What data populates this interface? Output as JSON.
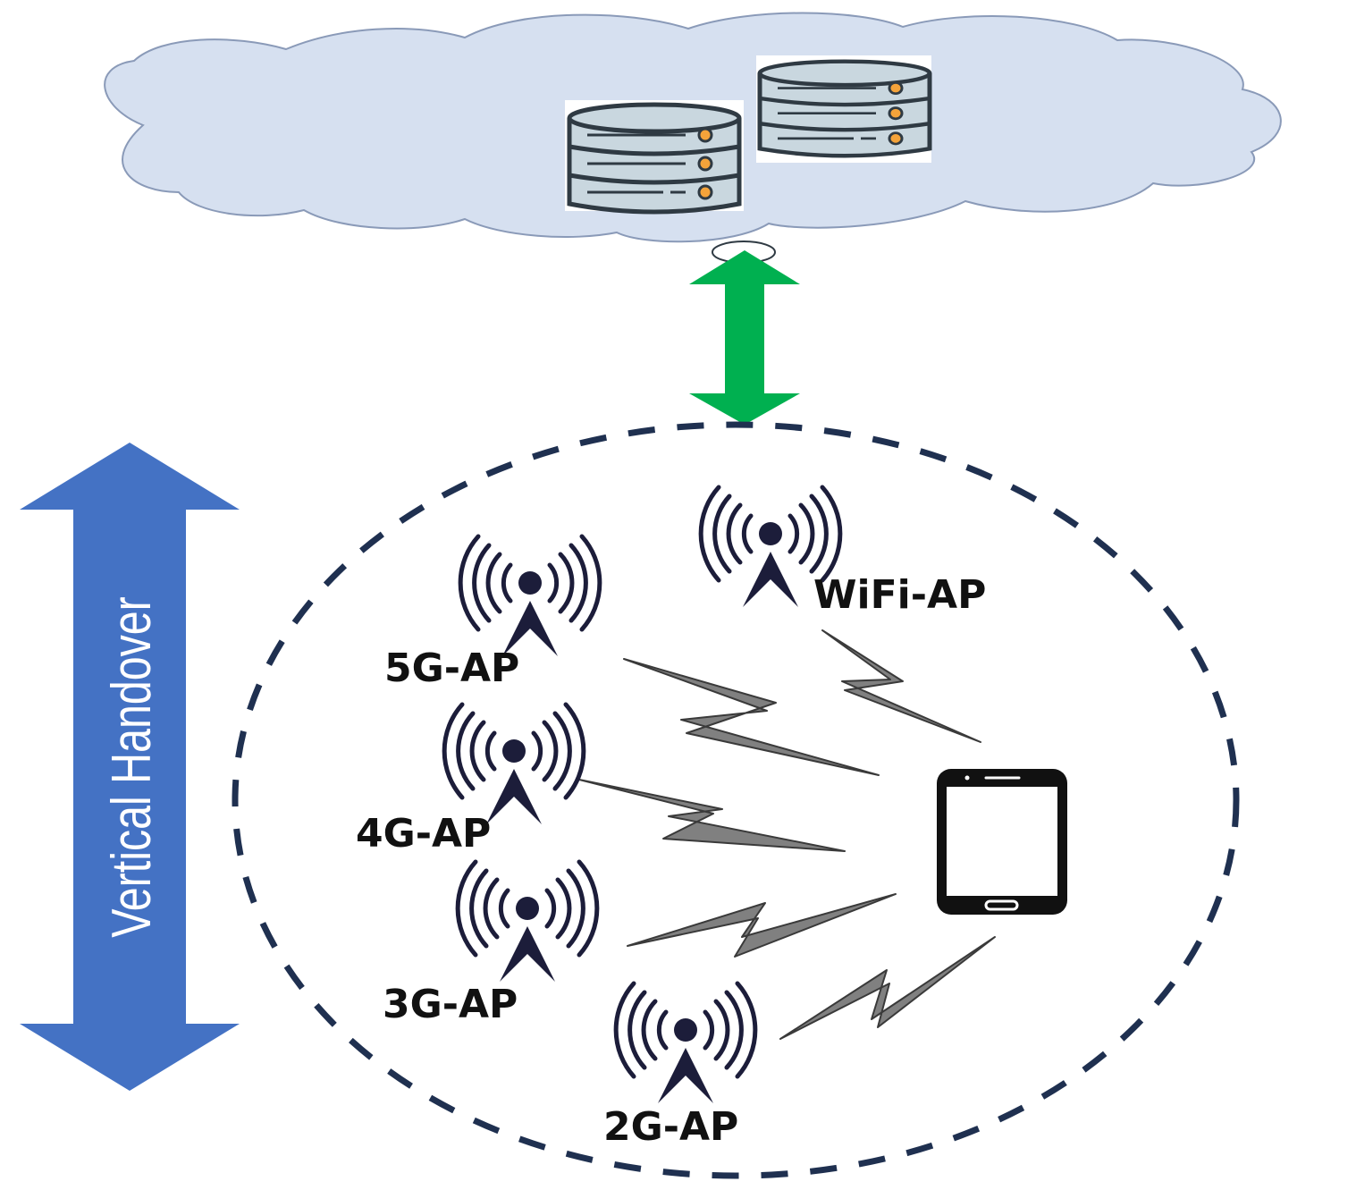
{
  "labels": {
    "vertical_handover": "Vertical Handover",
    "ap_5g": "5G-AP",
    "ap_4g": "4G-AP",
    "ap_3g": "3G-AP",
    "ap_2g": "2G-AP",
    "ap_wifi": "WiFi-AP"
  },
  "colors": {
    "cloud_fill": "#d6e0f0",
    "cloud_stroke": "#8a9ab8",
    "link_arrow": "#00b050",
    "handover_arrow": "#4472c4",
    "coverage_boundary": "#1f3050",
    "antenna": "#1c1d3a",
    "signal_bolt": "#808080",
    "server_fill": "#c9d7df",
    "server_led": "#f4a33a"
  }
}
